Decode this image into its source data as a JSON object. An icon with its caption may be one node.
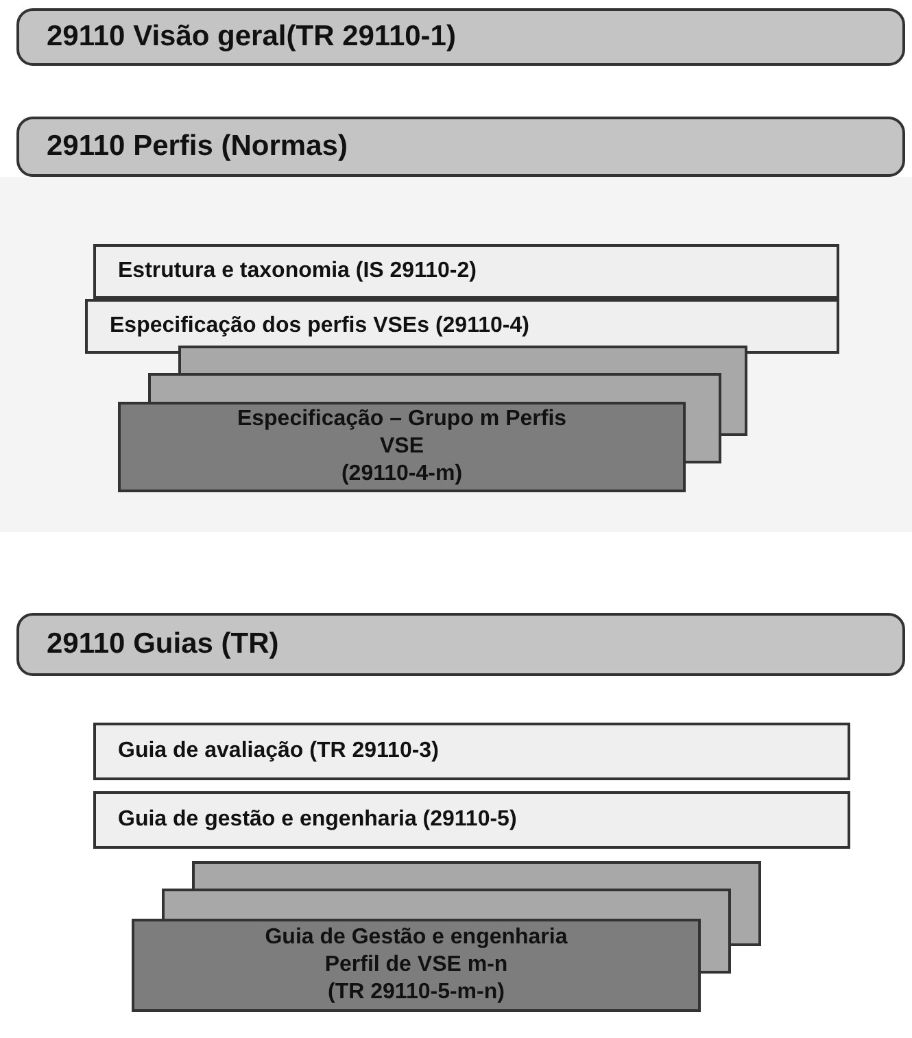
{
  "diagram": {
    "nodes": [
      {
        "text": [
          "29110 Visão geral(TR 29110-1)"
        ]
      },
      {
        "text": [
          "29110 Perfis (Normas)"
        ]
      },
      {
        "text": [
          "Estrutura e taxonomia (IS 29110-2)"
        ]
      },
      {
        "text": [
          "Especificação dos perfis VSEs (29110-4)"
        ]
      },
      {
        "text": [
          "Especificação – Grupo m Perfis VSE",
          "(29110-4-m)"
        ]
      },
      {
        "text": [
          "29110 Guias (TR)"
        ]
      },
      {
        "text": [
          "Guia de avaliação (TR 29110-3)"
        ]
      },
      {
        "text": [
          "Guia de gestão e engenharia (29110-5)"
        ]
      },
      {
        "text": [
          "Guia de Gestão e engenharia",
          "Perfil de VSE m-n",
          "(TR 29110-5-m-n)"
        ]
      }
    ]
  }
}
